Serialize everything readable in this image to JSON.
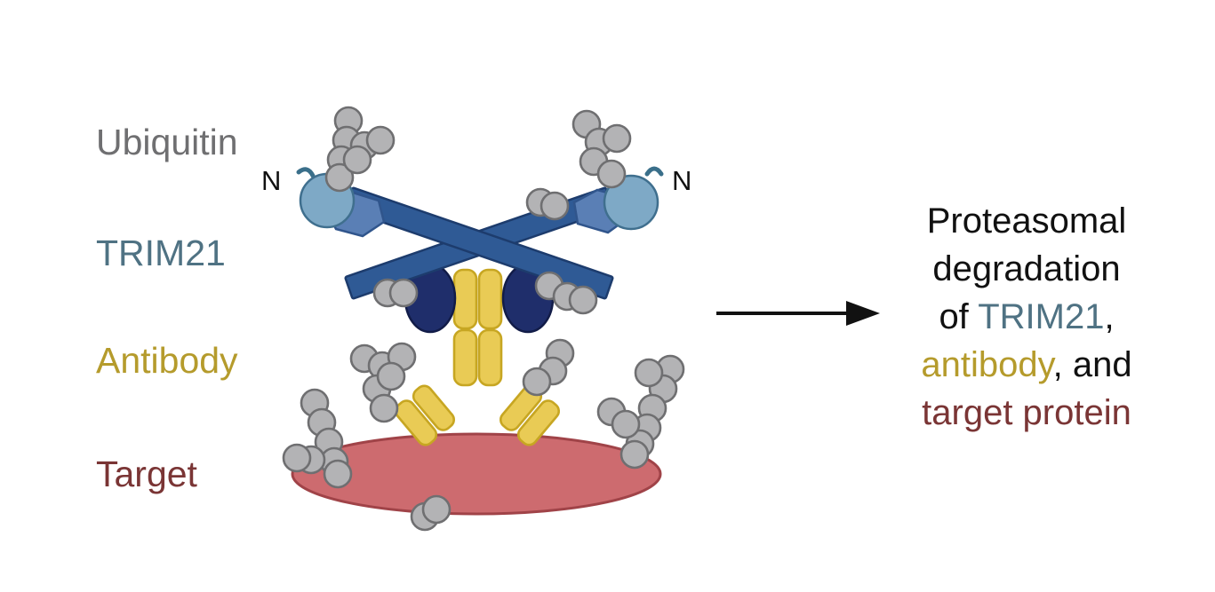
{
  "legend": {
    "ubiquitin": "Ubiquitin",
    "trim21": "TRIM21",
    "antibody": "Antibody",
    "target": "Target"
  },
  "n_terminus_label": "N",
  "result": {
    "line1": "Proteasomal",
    "line2": "degradation",
    "of": "of ",
    "trim21": "TRIM21",
    "comma": ",",
    "antibody": "antibody",
    "and": ", and",
    "target_protein": "target protein"
  },
  "colors": {
    "ubiquitin_text": "#6f6f71",
    "trim21_text": "#4f7283",
    "antibody_text": "#b59b2c",
    "target_text": "#7a3535",
    "ubiquitin_fill": "#b3b3b5",
    "trim21_ring": "#7ea9c6",
    "trim21_bbox": "#5a7fb5",
    "trim21_coil": "#2f5a95",
    "trim21_pryspry": "#1f2e6b",
    "antibody_fill": "#e9cb55",
    "target_fill": "#cd6b6f",
    "arrow": "#111111"
  },
  "icons": {
    "arrow": "arrow-right-icon"
  }
}
